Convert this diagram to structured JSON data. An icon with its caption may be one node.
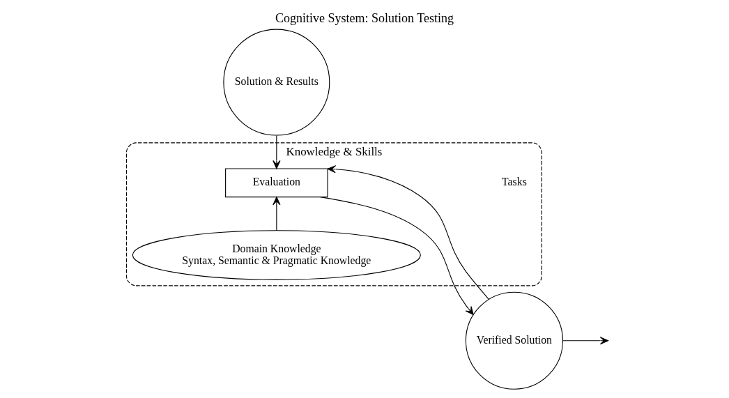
{
  "diagram": {
    "title": "Cognitive System: Solution Testing",
    "nodes": [
      {
        "text": [
          "Knowledge & Skills"
        ]
      },
      {
        "text": [
          "Domain Knowledge",
          "Syntax, Semantic & Pragmatic Knowledge"
        ],
        "in": 0
      },
      {
        "text": [
          "Evaluation"
        ],
        "in": 0
      },
      {
        "text": [
          "Solution & Results"
        ]
      },
      {
        "text": [
          "Verified Solution"
        ]
      }
    ],
    "edges": [
      {
        "from": 1,
        "to": 2,
        "arrow": "to"
      },
      {
        "from": 3,
        "to": 2,
        "arrow": "to"
      },
      {
        "from": 2,
        "to": 4,
        "arrow": "to"
      },
      {
        "from": 4,
        "to": null,
        "arrow": "to"
      },
      {
        "from": 4,
        "to": 2,
        "arrow": "to"
      }
    ],
    "labels": [
      "Tasks"
    ]
  }
}
